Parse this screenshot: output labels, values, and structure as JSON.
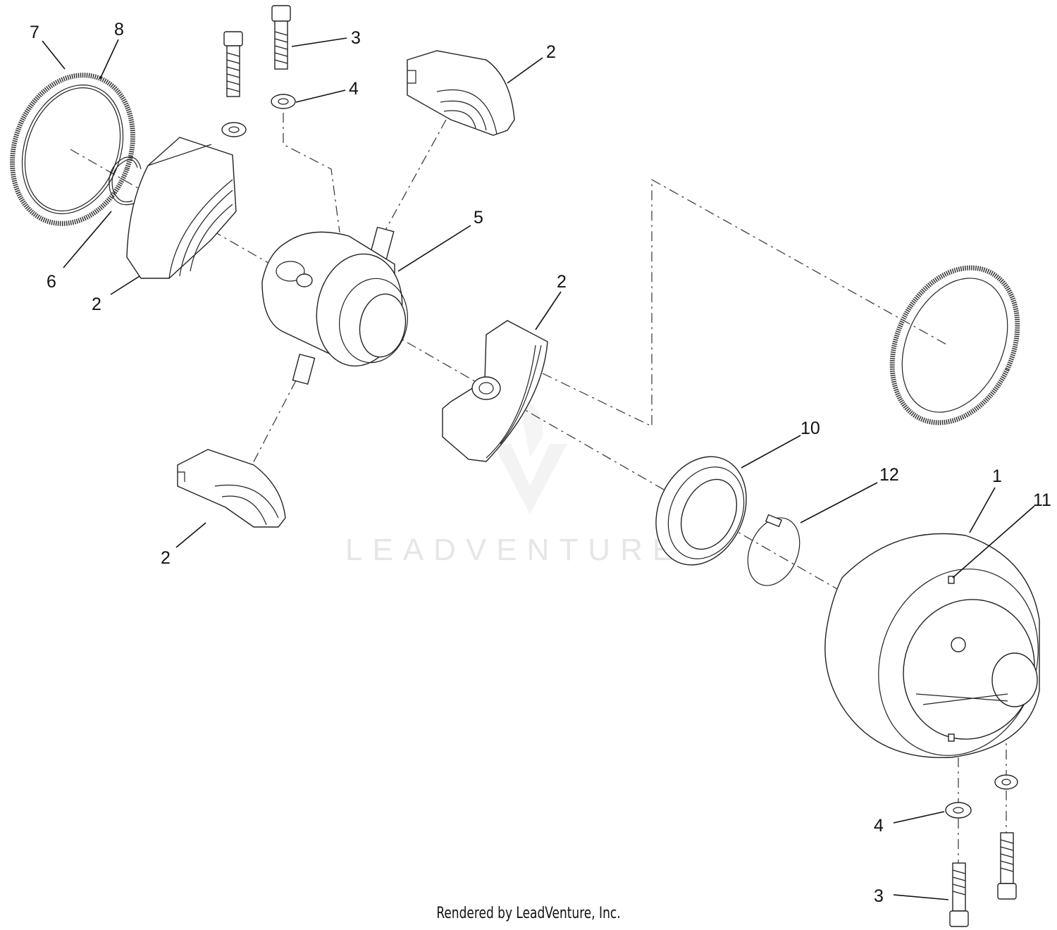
{
  "callouts": {
    "c1": "1",
    "c2a": "2",
    "c2b": "2",
    "c2c": "2",
    "c2d": "2",
    "c3a": "3",
    "c3b": "3",
    "c4a": "4",
    "c4b": "4",
    "c5": "5",
    "c6": "6",
    "c7": "7",
    "c8": "8",
    "c10": "10",
    "c11": "11",
    "c12": "12"
  },
  "watermark": {
    "text": "LEADVENTURE"
  },
  "footer": {
    "text": "Rendered by LeadVenture, Inc."
  }
}
